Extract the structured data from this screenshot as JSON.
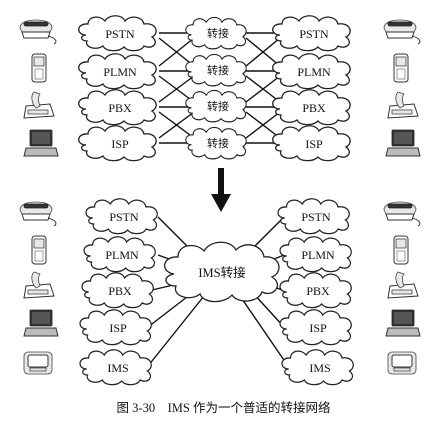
{
  "top": {
    "rows": [
      {
        "left": "PSTN",
        "center": "转接",
        "right": "PSTN"
      },
      {
        "left": "PLMN",
        "center": "转接",
        "right": "PLMN"
      },
      {
        "left": "PBX",
        "center": "转接",
        "right": "PBX"
      },
      {
        "left": "ISP",
        "center": "转接",
        "right": "ISP"
      }
    ],
    "devices": [
      "phone-icon",
      "mobile-phone-icon",
      "cordless-phone-icon",
      "laptop-icon"
    ]
  },
  "bottom": {
    "hub": "IMS转接",
    "left": [
      "PSTN",
      "PLMN",
      "PBX",
      "ISP",
      "IMS"
    ],
    "right": [
      "PSTN",
      "PLMN",
      "PBX",
      "ISP",
      "IMS"
    ],
    "devices": [
      "phone-icon",
      "mobile-phone-icon",
      "cordless-phone-icon",
      "laptop-icon",
      "pda-icon"
    ]
  },
  "caption": "图 3-30　IMS 作为一个普适的转接网络"
}
